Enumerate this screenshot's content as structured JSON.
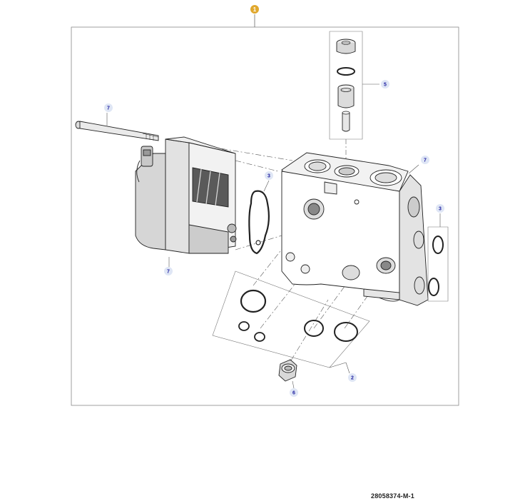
{
  "callouts": {
    "main": "1",
    "item2": "2",
    "item3_left": "3",
    "item3_right": "3",
    "item5": "5",
    "item6": "6",
    "item7_rod": "7",
    "item7_body": "7",
    "item7_block": "7"
  },
  "reference_id": "28058374-M-1",
  "colors": {
    "main_callout": "#e0a82e",
    "callout_fill": "#dfe6f5",
    "callout_text": "#1a1a9e",
    "line": "#333333"
  }
}
